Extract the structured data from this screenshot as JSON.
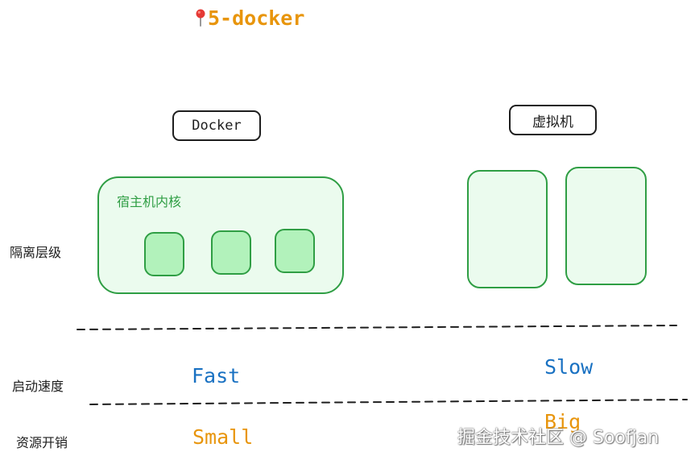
{
  "title": "5-docker",
  "headers": {
    "docker": "Docker",
    "vm": "虚拟机"
  },
  "kernel_label": "宿主机内核",
  "rows": {
    "isolation": "隔离层级",
    "startup": "启动速度",
    "overhead": "资源开销"
  },
  "values": {
    "docker_startup": "Fast",
    "vm_startup": "Slow",
    "docker_overhead": "Small",
    "vm_overhead": "Big"
  },
  "watermark": "掘金技术社区 @ Soofjan",
  "colors": {
    "orange": "#e8950c",
    "blue": "#1971c2",
    "green_stroke": "#2f9e44",
    "green_light": "#ebfbee",
    "green_fill": "#b2f2bb"
  }
}
